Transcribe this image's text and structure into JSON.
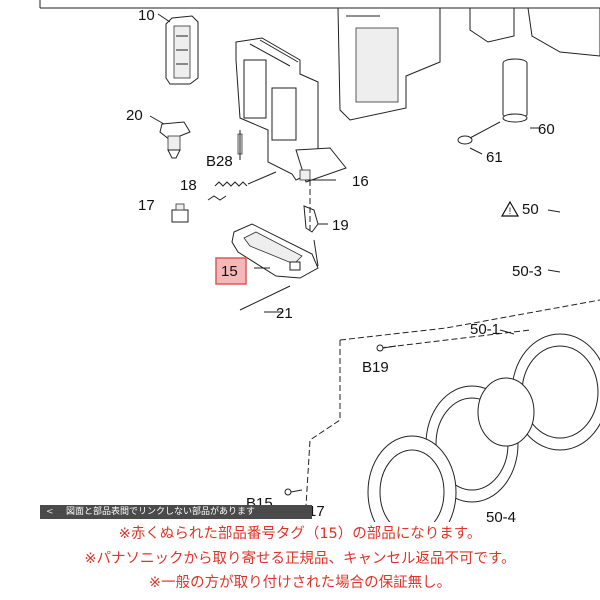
{
  "labels": {
    "p10": "10",
    "p20": "20",
    "pB28": "B28",
    "p18": "18",
    "p17": "17",
    "p16": "16",
    "p19": "19",
    "p15": "15",
    "p21": "21",
    "p60": "60",
    "p61": "61",
    "p50": "50",
    "p50_3": "50-3",
    "p50_1": "50-1",
    "pB19": "B19",
    "pB15": "B15",
    "pB17": "B17",
    "p50_4": "50-4"
  },
  "highlight_color": "#f4b8b8",
  "notice_bar": {
    "text": "図面と部品表間でリンクしない部品があります",
    "chevron": "<"
  },
  "footer": {
    "line1": "※赤くぬられた部品番号タグ（15）の部品になります。",
    "line2": "※パナソニックから取り寄せる正規品、キャンセル返品不可です。",
    "line3": "※一般の方が取り付けされた場合の保証無し。",
    "color": "#e0342a"
  }
}
